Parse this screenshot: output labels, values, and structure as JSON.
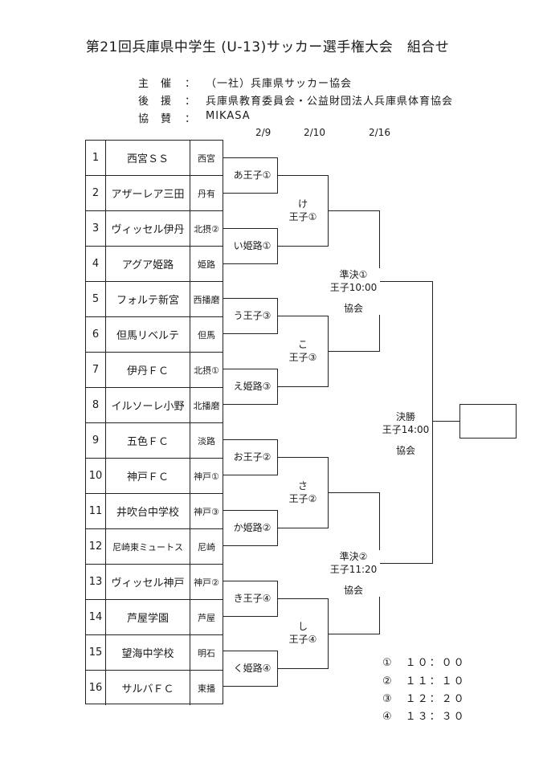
{
  "title": "第21回兵庫県中学生 (U-13)サッカー選手権大会　組合せ",
  "organizers": [
    {
      "label": "主　催",
      "value": "（一社）兵庫県サッカー協会"
    },
    {
      "label": "後　援",
      "value": "兵庫県教育委員会・公益財団法人兵庫県体育協会"
    },
    {
      "label": "協　賛",
      "value": "MIKASA"
    }
  ],
  "colon": "：",
  "dates": [
    "2/9",
    "2/10",
    "2/16"
  ],
  "teams": [
    {
      "num": "1",
      "name": "西宮ＳＳ",
      "region": "西宮"
    },
    {
      "num": "2",
      "name": "アザーレア三田",
      "region": "丹有"
    },
    {
      "num": "3",
      "name": "ヴィッセル伊丹",
      "region": "北摂②"
    },
    {
      "num": "4",
      "name": "アグア姫路",
      "region": "姫路"
    },
    {
      "num": "5",
      "name": "フォルテ新宮",
      "region": "西播磨"
    },
    {
      "num": "6",
      "name": "但馬リベルテ",
      "region": "但馬"
    },
    {
      "num": "7",
      "name": "伊丹ＦＣ",
      "region": "北摂①"
    },
    {
      "num": "8",
      "name": "イルソーレ小野",
      "region": "北播磨"
    },
    {
      "num": "9",
      "name": "五色ＦＣ",
      "region": "淡路"
    },
    {
      "num": "10",
      "name": "神戸ＦＣ",
      "region": "神戸①"
    },
    {
      "num": "11",
      "name": "井吹台中学校",
      "region": "神戸③"
    },
    {
      "num": "12",
      "name": "尼崎東ミュートス",
      "region": "尼崎"
    },
    {
      "num": "13",
      "name": "ヴィッセル神戸",
      "region": "神戸②"
    },
    {
      "num": "14",
      "name": "芦屋学園",
      "region": "芦屋"
    },
    {
      "num": "15",
      "name": "望海中学校",
      "region": "明石"
    },
    {
      "num": "16",
      "name": "サルバＦＣ",
      "region": "東播"
    }
  ],
  "round1": [
    "あ王子①",
    "い姫路①",
    "う王子③",
    "え姫路③",
    "お王子②",
    "か姫路②",
    "き王子④",
    "く姫路④"
  ],
  "round2": [
    {
      "line1": "け",
      "line2": "王子①"
    },
    {
      "line1": "こ",
      "line2": "王子③"
    },
    {
      "line1": "さ",
      "line2": "王子②"
    },
    {
      "line1": "し",
      "line2": "王子④"
    }
  ],
  "semis": [
    {
      "line1": "準決①",
      "line2": "王子10:00",
      "line3": "協会"
    },
    {
      "line1": "準決②",
      "line2": "王子11:20",
      "line3": "協会"
    }
  ],
  "final": {
    "line1": "決勝",
    "line2": "王子14:00",
    "line3": "協会"
  },
  "legend": [
    "①　１０：００",
    "②　１１：１０",
    "③　１２：２０",
    "④　１３：３０"
  ]
}
